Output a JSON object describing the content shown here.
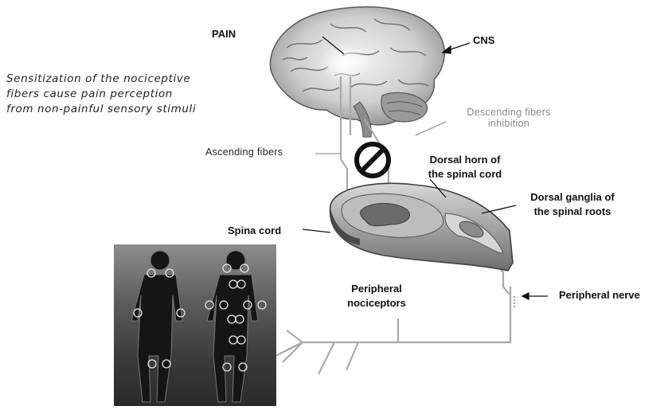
{
  "labels": {
    "pain": "PAIN",
    "cns": "CNS",
    "sensitization": {
      "line1": "Sensitization of the nociceptive",
      "line2": "fibers cause pain perception",
      "line3": "from non-painful sensory stimuli"
    },
    "descending": {
      "line1": "Descending fibers",
      "line2": "inhibition"
    },
    "ascending": "Ascending fibers",
    "dorsal_horn": {
      "line1": "Dorsal horn of",
      "line2": "the spinal cord"
    },
    "dorsal_ganglia": {
      "line1": "Dorsal ganglia of",
      "line2": "the spinal roots"
    },
    "spinal_cord": "Spina cord",
    "peripheral_nociceptors": {
      "line1": "Peripheral",
      "line2": "nociceptors"
    },
    "peripheral_nerve": "Peripheral nerve"
  },
  "icons": {
    "inhibition": "prohibition-sign-icon",
    "brain": "brain-illustration",
    "spinal_cord": "spinal-cord-cross-section",
    "body_figures": "human-body-pain-points-photo"
  },
  "colors": {
    "text": "#111111",
    "muted_text": "#8a8a8a",
    "fiber": "#a9a9a9",
    "photo_dark": "#2a2a2a",
    "pain_point": "#e8e8e8"
  }
}
